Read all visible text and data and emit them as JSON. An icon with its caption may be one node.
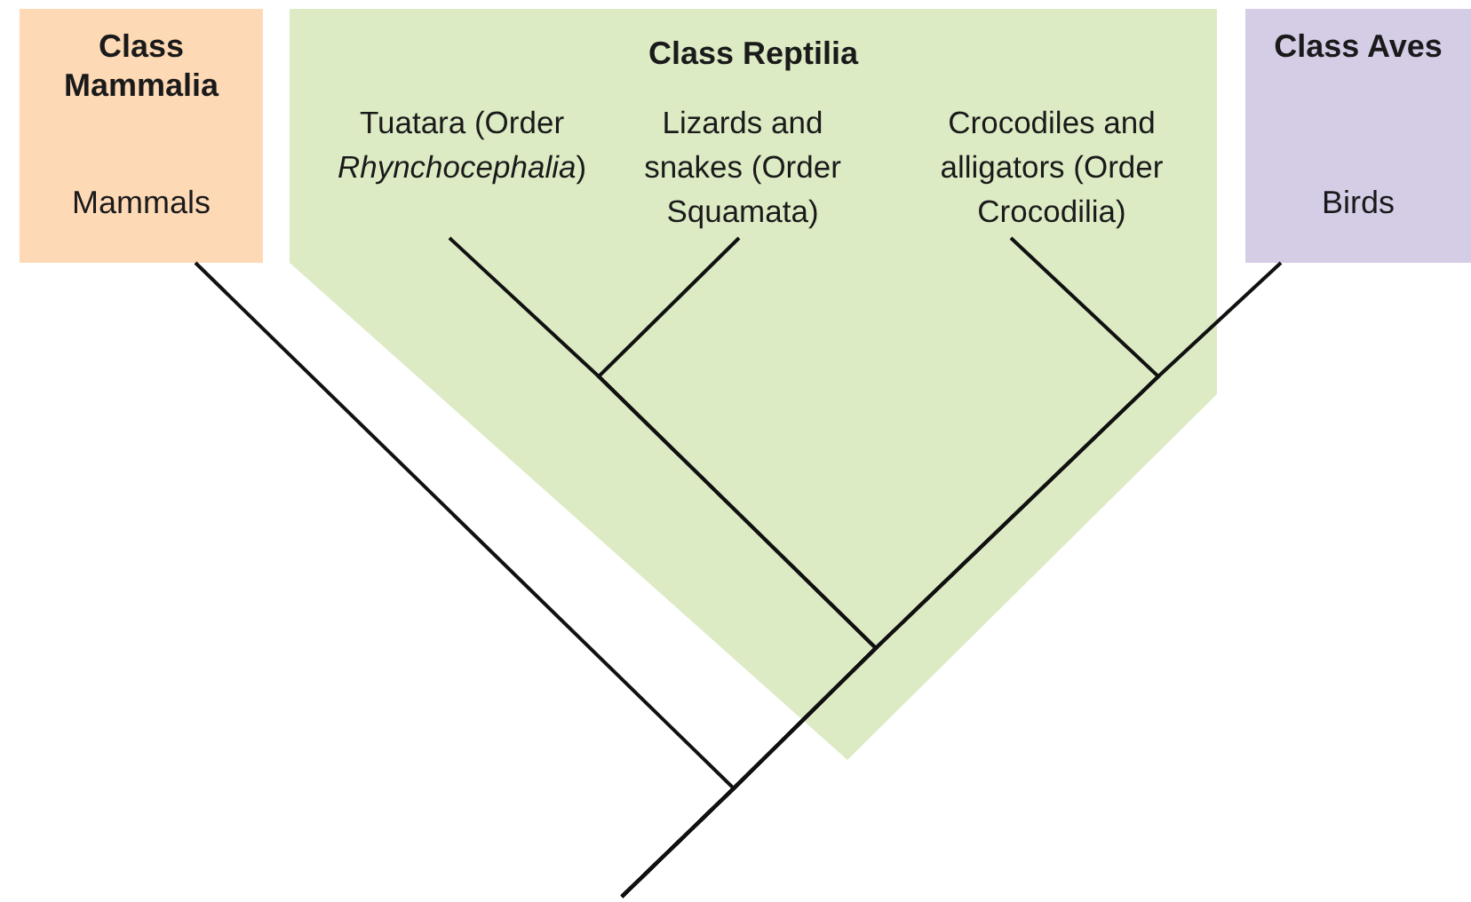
{
  "diagram": {
    "nodes": [
      {
        "text": [
          "Class Mammalia",
          "Mammals"
        ]
      },
      {
        "text": [
          "Class Reptilia"
        ]
      },
      {
        "text": [
          "Tuatara (Order *Rhynchocephalia*)"
        ],
        "in": 1
      },
      {
        "text": [
          "Lizards and snakes (Order Squamata)"
        ],
        "in": 1
      },
      {
        "text": [
          "Crocodiles and alligators (Order Crocodilia)"
        ],
        "in": 1
      },
      {
        "text": [
          "Class Aves",
          "Birds"
        ]
      }
    ],
    "edges": [
      {
        "from": null,
        "to": 0,
        "arrow": "none"
      },
      {
        "from": null,
        "to": 2,
        "arrow": "none"
      },
      {
        "from": null,
        "to": 3,
        "arrow": "none"
      },
      {
        "from": null,
        "to": 4,
        "arrow": "none"
      },
      {
        "from": null,
        "to": 5,
        "arrow": "none"
      }
    ]
  }
}
